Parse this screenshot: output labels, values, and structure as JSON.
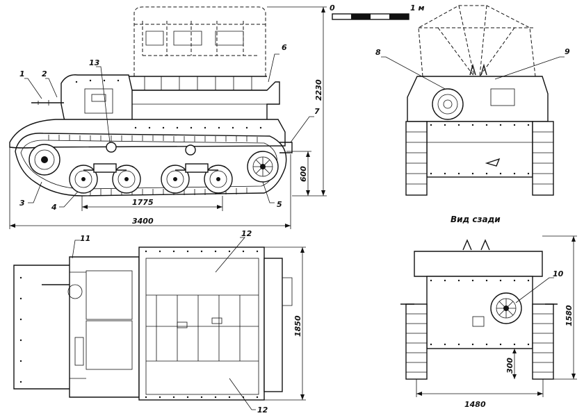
{
  "scale": {
    "start": "0",
    "end": "1 м"
  },
  "callouts": {
    "c1": "1",
    "c2": "2",
    "c3": "3",
    "c4": "4",
    "c5": "5",
    "c6": "6",
    "c7": "7",
    "c8": "8",
    "c9": "9",
    "c10": "10",
    "c11": "11",
    "c12a": "12",
    "c12b": "12",
    "c13": "13"
  },
  "dimensions": {
    "wheelbase": "1775",
    "length": "3400",
    "height": "2230",
    "track_height": "600",
    "plan_width": "1850",
    "rear_height": "1580",
    "clearance": "300",
    "track_gauge": "1480"
  },
  "captions": {
    "rear_view": "Вид сзади"
  }
}
